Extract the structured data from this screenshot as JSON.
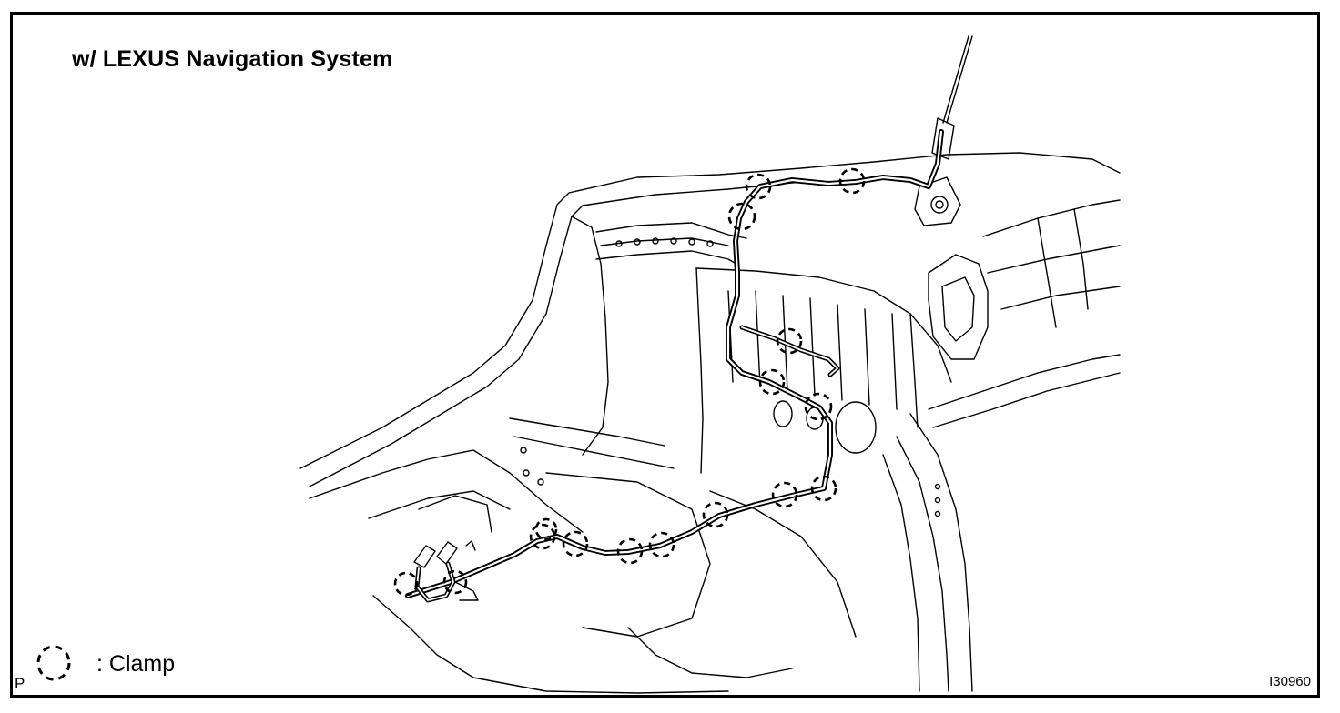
{
  "diagram": {
    "title": "w/ LEXUS Navigation System",
    "legend": {
      "symbol_icon": "dashed-circle-icon",
      "label": ": Clamp"
    },
    "corner_mark": "P",
    "figure_id": "I30960",
    "clamp_count": 16,
    "colors": {
      "line": "#000000",
      "background": "#ffffff"
    }
  }
}
